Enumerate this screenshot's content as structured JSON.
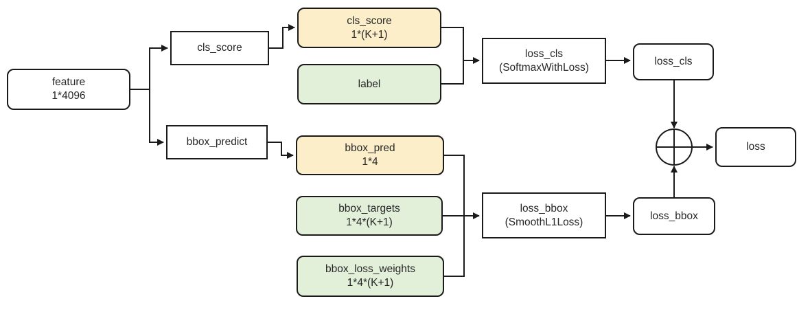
{
  "diagram": {
    "colors": {
      "box_yellow": "#fbeec9",
      "box_green": "#e2efd9",
      "box_white": "#ffffff",
      "line": "#1a1a1a",
      "text": "#262626"
    },
    "nodes": {
      "feature": {
        "line1": "feature",
        "line2": "1*4096"
      },
      "cls_score_layer": {
        "line1": "cls_score"
      },
      "cls_score_blob": {
        "line1": "cls_score",
        "line2": "1*(K+1)"
      },
      "label_blob": {
        "line1": "label"
      },
      "loss_cls_layer": {
        "line1": "loss_cls",
        "line2": "(SoftmaxWithLoss)"
      },
      "loss_cls_blob": {
        "line1": "loss_cls"
      },
      "bbox_predict_layer": {
        "line1": "bbox_predict"
      },
      "bbox_pred_blob": {
        "line1": "bbox_pred",
        "line2": "1*4"
      },
      "bbox_targets_blob": {
        "line1": "bbox_targets",
        "line2": "1*4*(K+1)"
      },
      "bbox_loss_weights_blob": {
        "line1": "bbox_loss_weights",
        "line2": "1*4*(K+1)"
      },
      "loss_bbox_layer": {
        "line1": "loss_bbox",
        "line2": "(SmoothL1Loss)"
      },
      "loss_bbox_blob": {
        "line1": "loss_bbox"
      },
      "loss": {
        "line1": "loss"
      }
    }
  }
}
